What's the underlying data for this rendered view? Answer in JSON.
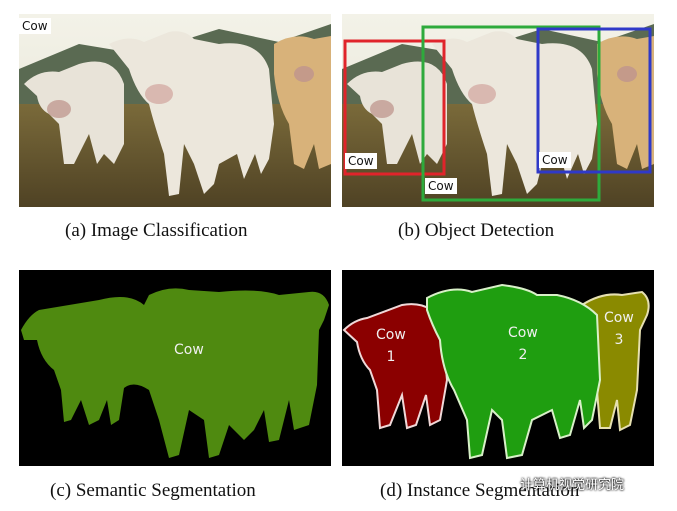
{
  "panels": {
    "a": {
      "caption": "(a)  Image Classification",
      "label": "Cow"
    },
    "b": {
      "caption": "(b)  Object Detection",
      "boxes": [
        {
          "label": "Cow",
          "color": "#e0242b"
        },
        {
          "label": "Cow",
          "color": "#2eaa3c"
        },
        {
          "label": "Cow",
          "color": "#2f39c8"
        }
      ]
    },
    "c": {
      "caption": "(c)  Semantic Segmentation",
      "label": "Cow",
      "mask_color": "#4f8a10"
    },
    "d": {
      "caption": "(d)  Instance Segmentation",
      "instances": [
        {
          "label": "Cow",
          "id": "1",
          "color": "#8b0000"
        },
        {
          "label": "Cow",
          "id": "2",
          "color": "#1f9e10"
        },
        {
          "label": "Cow",
          "id": "3",
          "color": "#8a8a00"
        }
      ]
    }
  },
  "watermark": "计算机视觉研究院"
}
